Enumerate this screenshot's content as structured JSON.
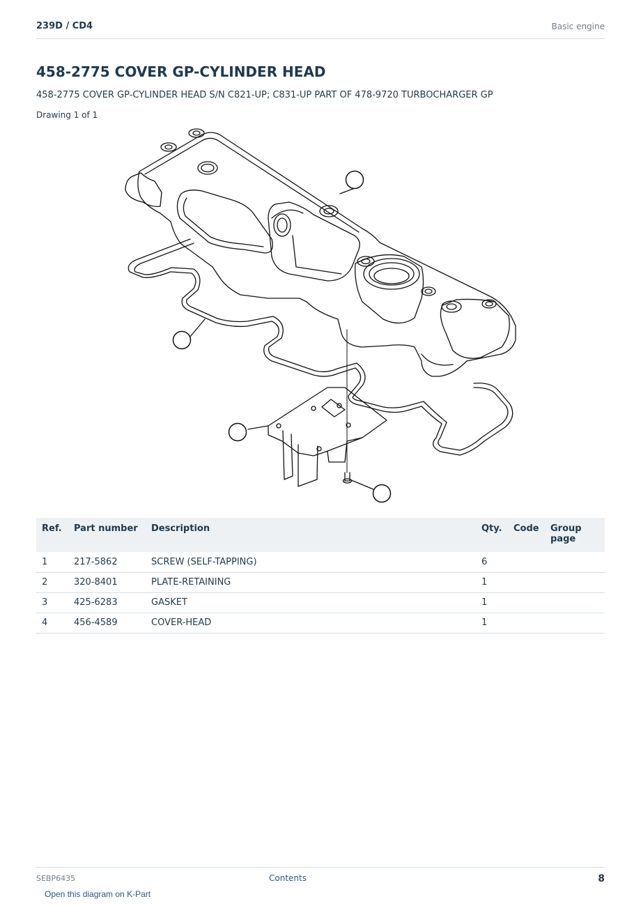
{
  "header": {
    "model": "239D  /  CD4",
    "section": "Basic engine"
  },
  "title": "458-2775 COVER GP-CYLINDER HEAD",
  "subtitle": "458-2775 COVER GP-CYLINDER HEAD S/N C821-UP; C831-UP PART OF 478-9720 TURBOCHARGER GP",
  "drawing_label": "Drawing 1 of 1",
  "diagram": {
    "callout_labels": [
      "",
      "",
      "",
      ""
    ]
  },
  "table": {
    "headers": {
      "ref": "Ref.",
      "part_number": "Part number",
      "description": "Description",
      "qty": "Qty.",
      "code": "Code",
      "group_page": "Group page"
    },
    "rows": [
      {
        "ref": "1",
        "part_number": "217-5862",
        "description": "SCREW (SELF-TAPPING)",
        "qty": "6",
        "code": "",
        "group_page": ""
      },
      {
        "ref": "2",
        "part_number": "320-8401",
        "description": "PLATE-RETAINING",
        "qty": "1",
        "code": "",
        "group_page": ""
      },
      {
        "ref": "3",
        "part_number": "425-6283",
        "description": "GASKET",
        "qty": "1",
        "code": "",
        "group_page": ""
      },
      {
        "ref": "4",
        "part_number": "456-4589",
        "description": "COVER-HEAD",
        "qty": "1",
        "code": "",
        "group_page": ""
      }
    ]
  },
  "footer": {
    "doc_id": "SEBP6435",
    "contents_link": "Contents",
    "page_number": "8",
    "kpart_link": "Open this diagram on K-Part"
  }
}
